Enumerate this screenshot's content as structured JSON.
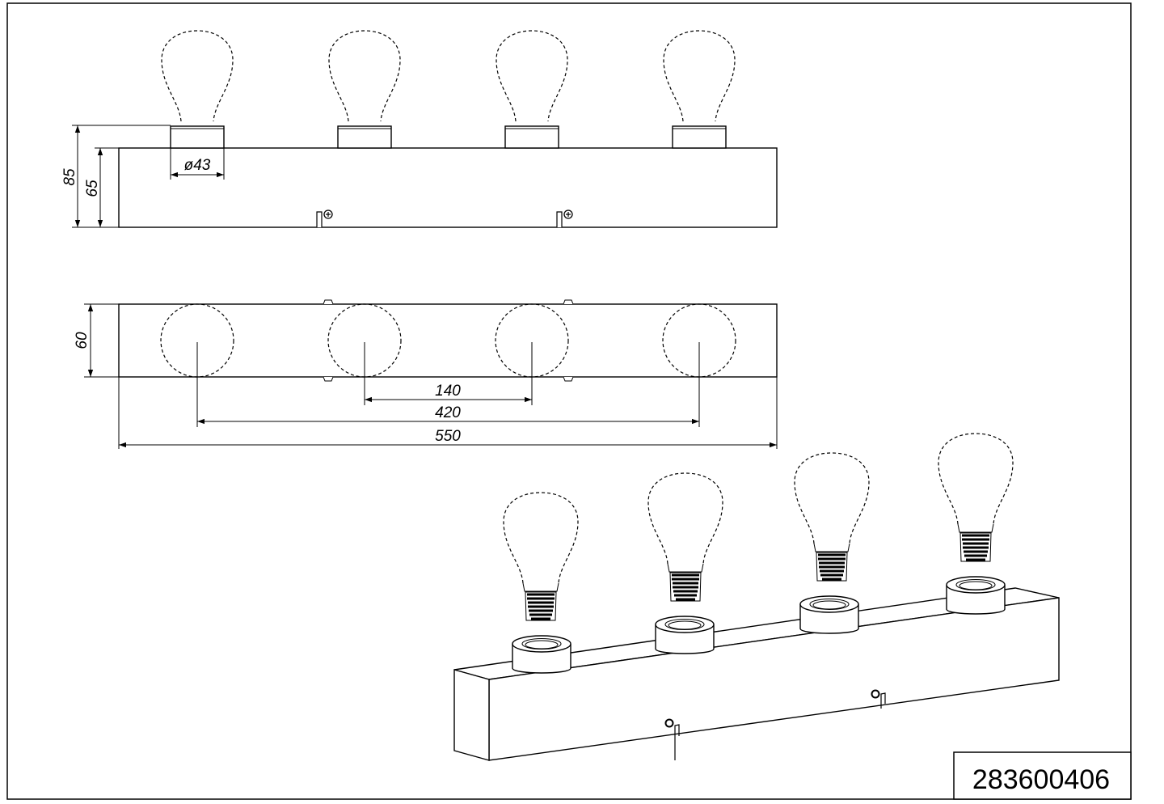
{
  "dimensions": {
    "front_height_total": "85",
    "front_height_body": "65",
    "socket_diameter": "ø43",
    "top_depth": "60",
    "spacing_adjacent": "140",
    "spacing_outer": "420",
    "overall_length": "550"
  },
  "title_block": {
    "part_number": "283600406"
  }
}
